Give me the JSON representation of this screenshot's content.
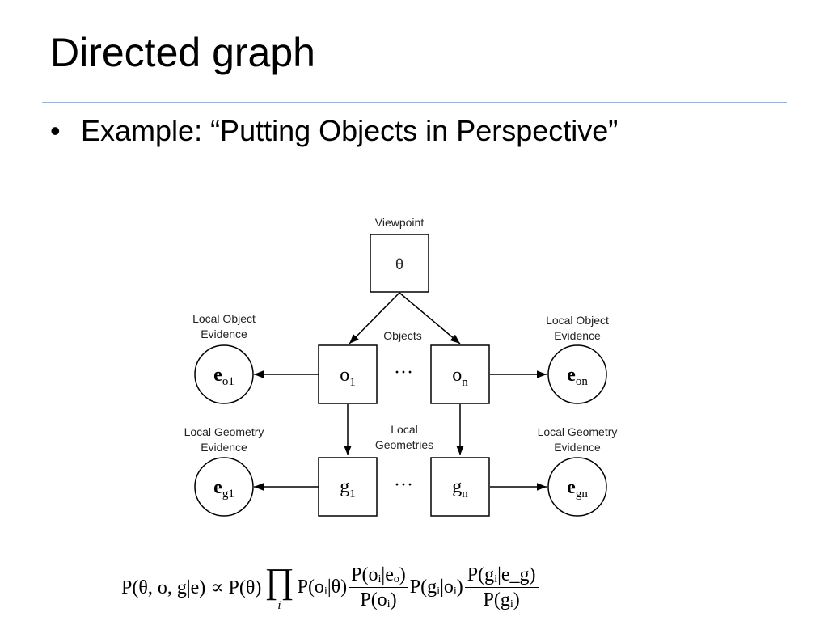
{
  "slide": {
    "title": "Directed graph",
    "bullet_symbol": "•",
    "bullet_text": "Example: “Putting Objects in Perspective”"
  },
  "diagram": {
    "labels": {
      "viewpoint": "Viewpoint",
      "objects": "Objects",
      "local_geometries_1": "Local",
      "local_geometries_2": "Geometries",
      "local_object_evidence_1": "Local Object",
      "local_object_evidence_2": "Evidence",
      "local_geometry_evidence_1": "Local Geometry",
      "local_geometry_evidence_2": "Evidence",
      "dots": "···"
    },
    "nodes": {
      "theta": "θ",
      "o1": {
        "base": "o",
        "sub": "1"
      },
      "on": {
        "base": "o",
        "sub": "n"
      },
      "g1": {
        "base": "g",
        "sub": "1"
      },
      "gn": {
        "base": "g",
        "sub": "n"
      },
      "eo1": {
        "base": "e",
        "sub": "o1"
      },
      "eon": {
        "base": "e",
        "sub": "on"
      },
      "eg1": {
        "base": "e",
        "sub": "g1"
      },
      "egn": {
        "base": "e",
        "sub": "gn"
      }
    }
  },
  "formula": {
    "lhs": "P(θ, o, g|e) ∝ P(θ)",
    "prod_symbol": "∏",
    "prod_index": "i",
    "term1": "P(oᵢ|θ)",
    "frac1_num": "P(oᵢ|eₒ)",
    "frac1_den": "P(oᵢ)",
    "term2": "P(gᵢ|oᵢ)",
    "frac2_num": "P(gᵢ|e_g)",
    "frac2_den": "P(gᵢ)"
  }
}
